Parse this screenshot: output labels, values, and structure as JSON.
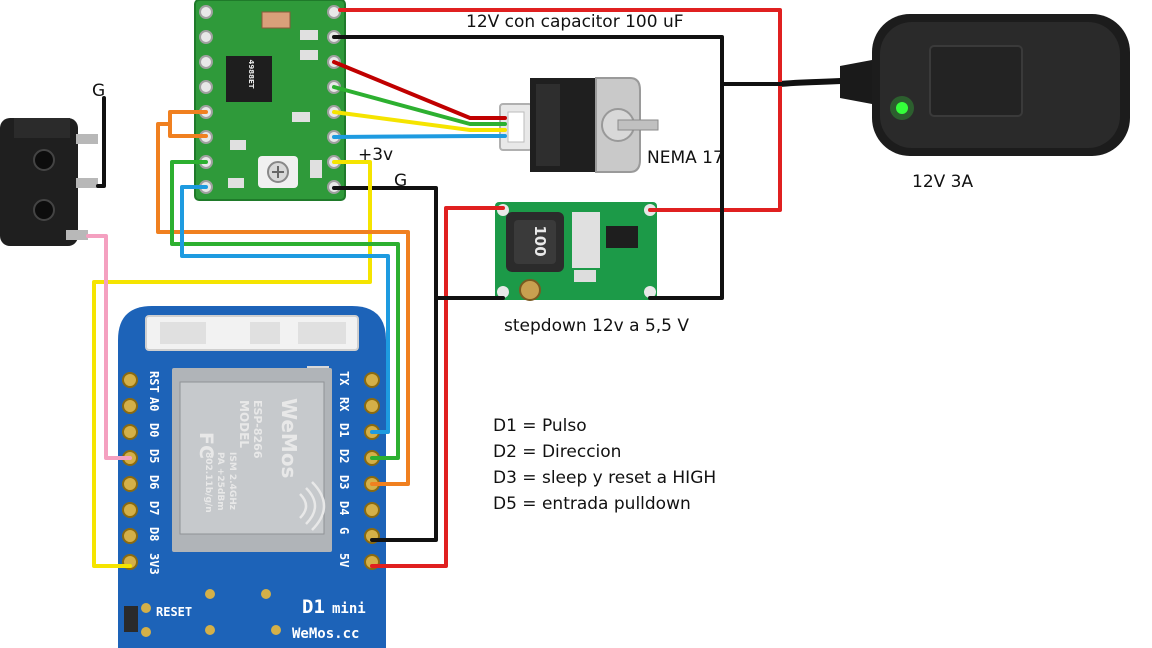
{
  "labels": {
    "ground_top": "G",
    "ground_driver": "G",
    "plus3v": "+3v",
    "capacitor_note": "12V con capacitor 100 uF",
    "motor": "NEMA 17",
    "psu": "12V 3A",
    "stepdown": "stepdown 12v a 5,5 V"
  },
  "pin_notes": [
    "D1 = Pulso",
    "D2 = Direccion",
    "D3 = sleep y reset a HIGH",
    "D5 = entrada pulldown"
  ],
  "wemos": {
    "left_pins": [
      "RST",
      "A0",
      "D0",
      "D5",
      "D6",
      "D7",
      "D8",
      "3V3"
    ],
    "right_pins": [
      "TX",
      "RX",
      "D1",
      "D2",
      "D3",
      "D4",
      "G",
      "5V"
    ],
    "reset_label": "RESET",
    "board_name": "D1",
    "board_name_suffix": "mini",
    "brand_url": "WeMos.cc",
    "module_model": "MODEL",
    "module_chip": "ESP-8266",
    "module_spec1": "ISM 2.4GHz",
    "module_spec2": "PA +25dBm",
    "module_spec3": "802.11b/g/n",
    "module_brand": "WeMos",
    "fc_logo": "FC"
  },
  "inductor_marking": "100",
  "driver_chip_marking": "4988ET",
  "colors": {
    "red": "#e02020",
    "black": "#111111",
    "yellow": "#f5e400",
    "orange": "#f08020",
    "green": "#2db030",
    "blue": "#1e9be0",
    "pink": "#f4a0c0",
    "dark_red": "#c00000",
    "wemos_blue": "#1d63b8",
    "driver_green": "#2f9a3a",
    "stepdown_green": "#1c9a48"
  }
}
